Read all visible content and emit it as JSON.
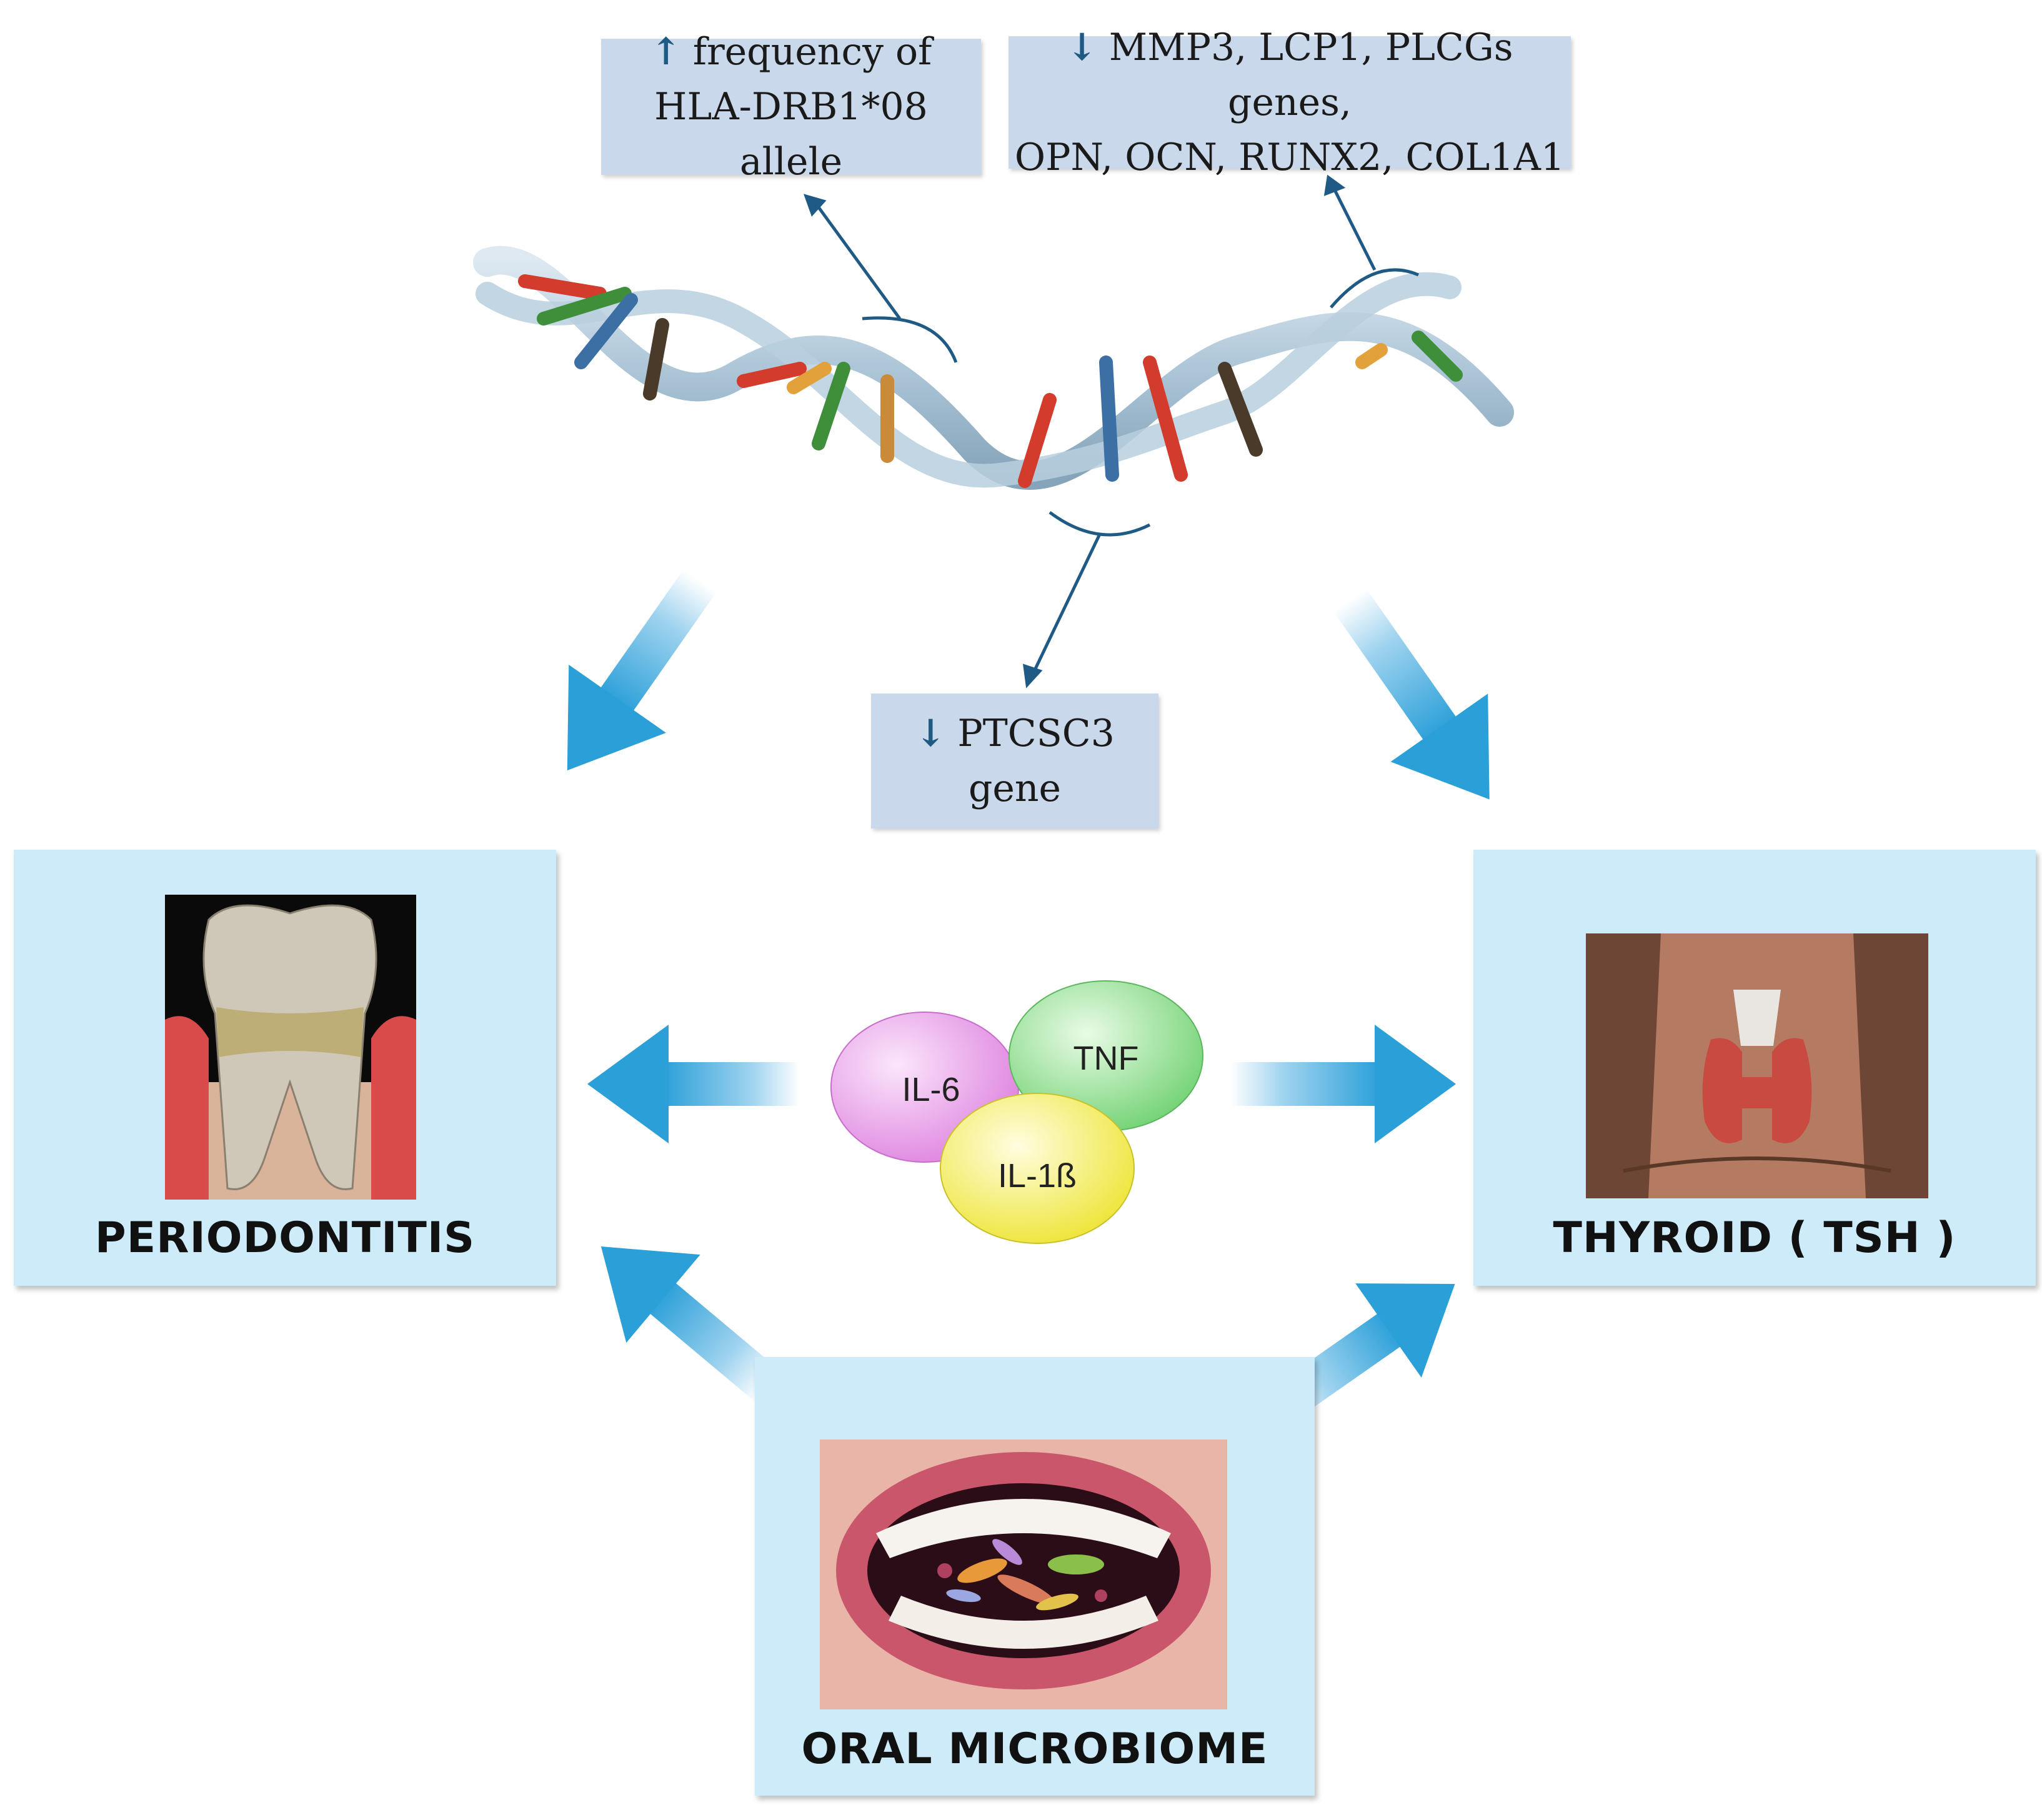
{
  "gene_boxes": {
    "hla": {
      "arrow": "↑",
      "line1": "frequency of",
      "line2": "HLA-DRB1*08 allele"
    },
    "mmp": {
      "arrow": "↓",
      "line1": "MMP3, LCP1, PLCGs genes,",
      "line2": "OPN, OCN, RUNX2, COL1A1"
    },
    "ptcsc": {
      "arrow": "↓",
      "line1": "PTCSC3",
      "line2": "gene"
    }
  },
  "cytokines": {
    "il6": "IL-6",
    "tnf": "TNF",
    "il1b": "IL-1ß"
  },
  "panels": {
    "periodontitis": "PERIODONTITIS",
    "thyroid": "THYROID ( TSH )",
    "microbiome": "ORAL MICROBIOME"
  },
  "colors": {
    "arrow_blue": "#2a9fd8",
    "panel_bg": "#cdebf8",
    "gene_box_bg": "#c9d8ea",
    "connector": "#1f5a85"
  }
}
